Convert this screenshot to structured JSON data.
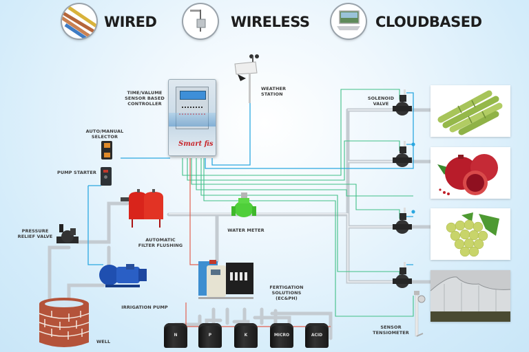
{
  "header": {
    "modes": [
      {
        "icon": "cable-wires-icon",
        "label": "WIRED"
      },
      {
        "icon": "wireless-antenna-icon",
        "label": "WIRELESS"
      },
      {
        "icon": "laptop-icon",
        "label": "CLOUDBASED"
      }
    ]
  },
  "components": {
    "controller": {
      "label_lines": [
        "TIME/VALUME",
        "SENSOR BASED",
        "CONTROLLER"
      ],
      "brand": "Smart fis"
    },
    "weather_station": {
      "label_lines": [
        "WEATHER",
        "STATION"
      ]
    },
    "auto_manual_selector": {
      "label_lines": [
        "AUTO/MANUAL",
        "SELECTOR"
      ]
    },
    "pump_starter": {
      "label": "PUMP STARTER"
    },
    "pressure_relief_valve": {
      "label_lines": [
        "PRESSURE",
        "RELIEF VALVE"
      ]
    },
    "filter_flushing": {
      "label_lines": [
        "AUTOMATIC",
        "FILTER FLUSHING"
      ]
    },
    "water_meter": {
      "label": "WATER METER"
    },
    "irrigation_pump": {
      "label": "IRRIGATION PUMP"
    },
    "well": {
      "label": "WELL"
    },
    "fertigation": {
      "label_lines": [
        "FERTIGATION",
        "SOLUTIONS",
        "(EC&pH)"
      ]
    },
    "solenoid_valve": {
      "label_lines": [
        "SOLENOID",
        "VALVE"
      ]
    },
    "tensiometer": {
      "label_lines": [
        "SENSOR",
        "TENSIOMETER"
      ]
    }
  },
  "tanks": [
    "N",
    "P",
    "K",
    "MICRO",
    "ACID"
  ],
  "crops": [
    {
      "name": "sugarcane",
      "icon": "sugarcane-image"
    },
    {
      "name": "pomegranate",
      "icon": "pomegranate-image"
    },
    {
      "name": "grapes",
      "icon": "grapes-image"
    },
    {
      "name": "greenhouse",
      "icon": "greenhouse-image"
    }
  ],
  "colors": {
    "water_pipe": "#c9cfd4",
    "power_line": "#2aa7e0",
    "signal_line": "#3fbf86",
    "fertilizer_line": "#e2604f"
  }
}
